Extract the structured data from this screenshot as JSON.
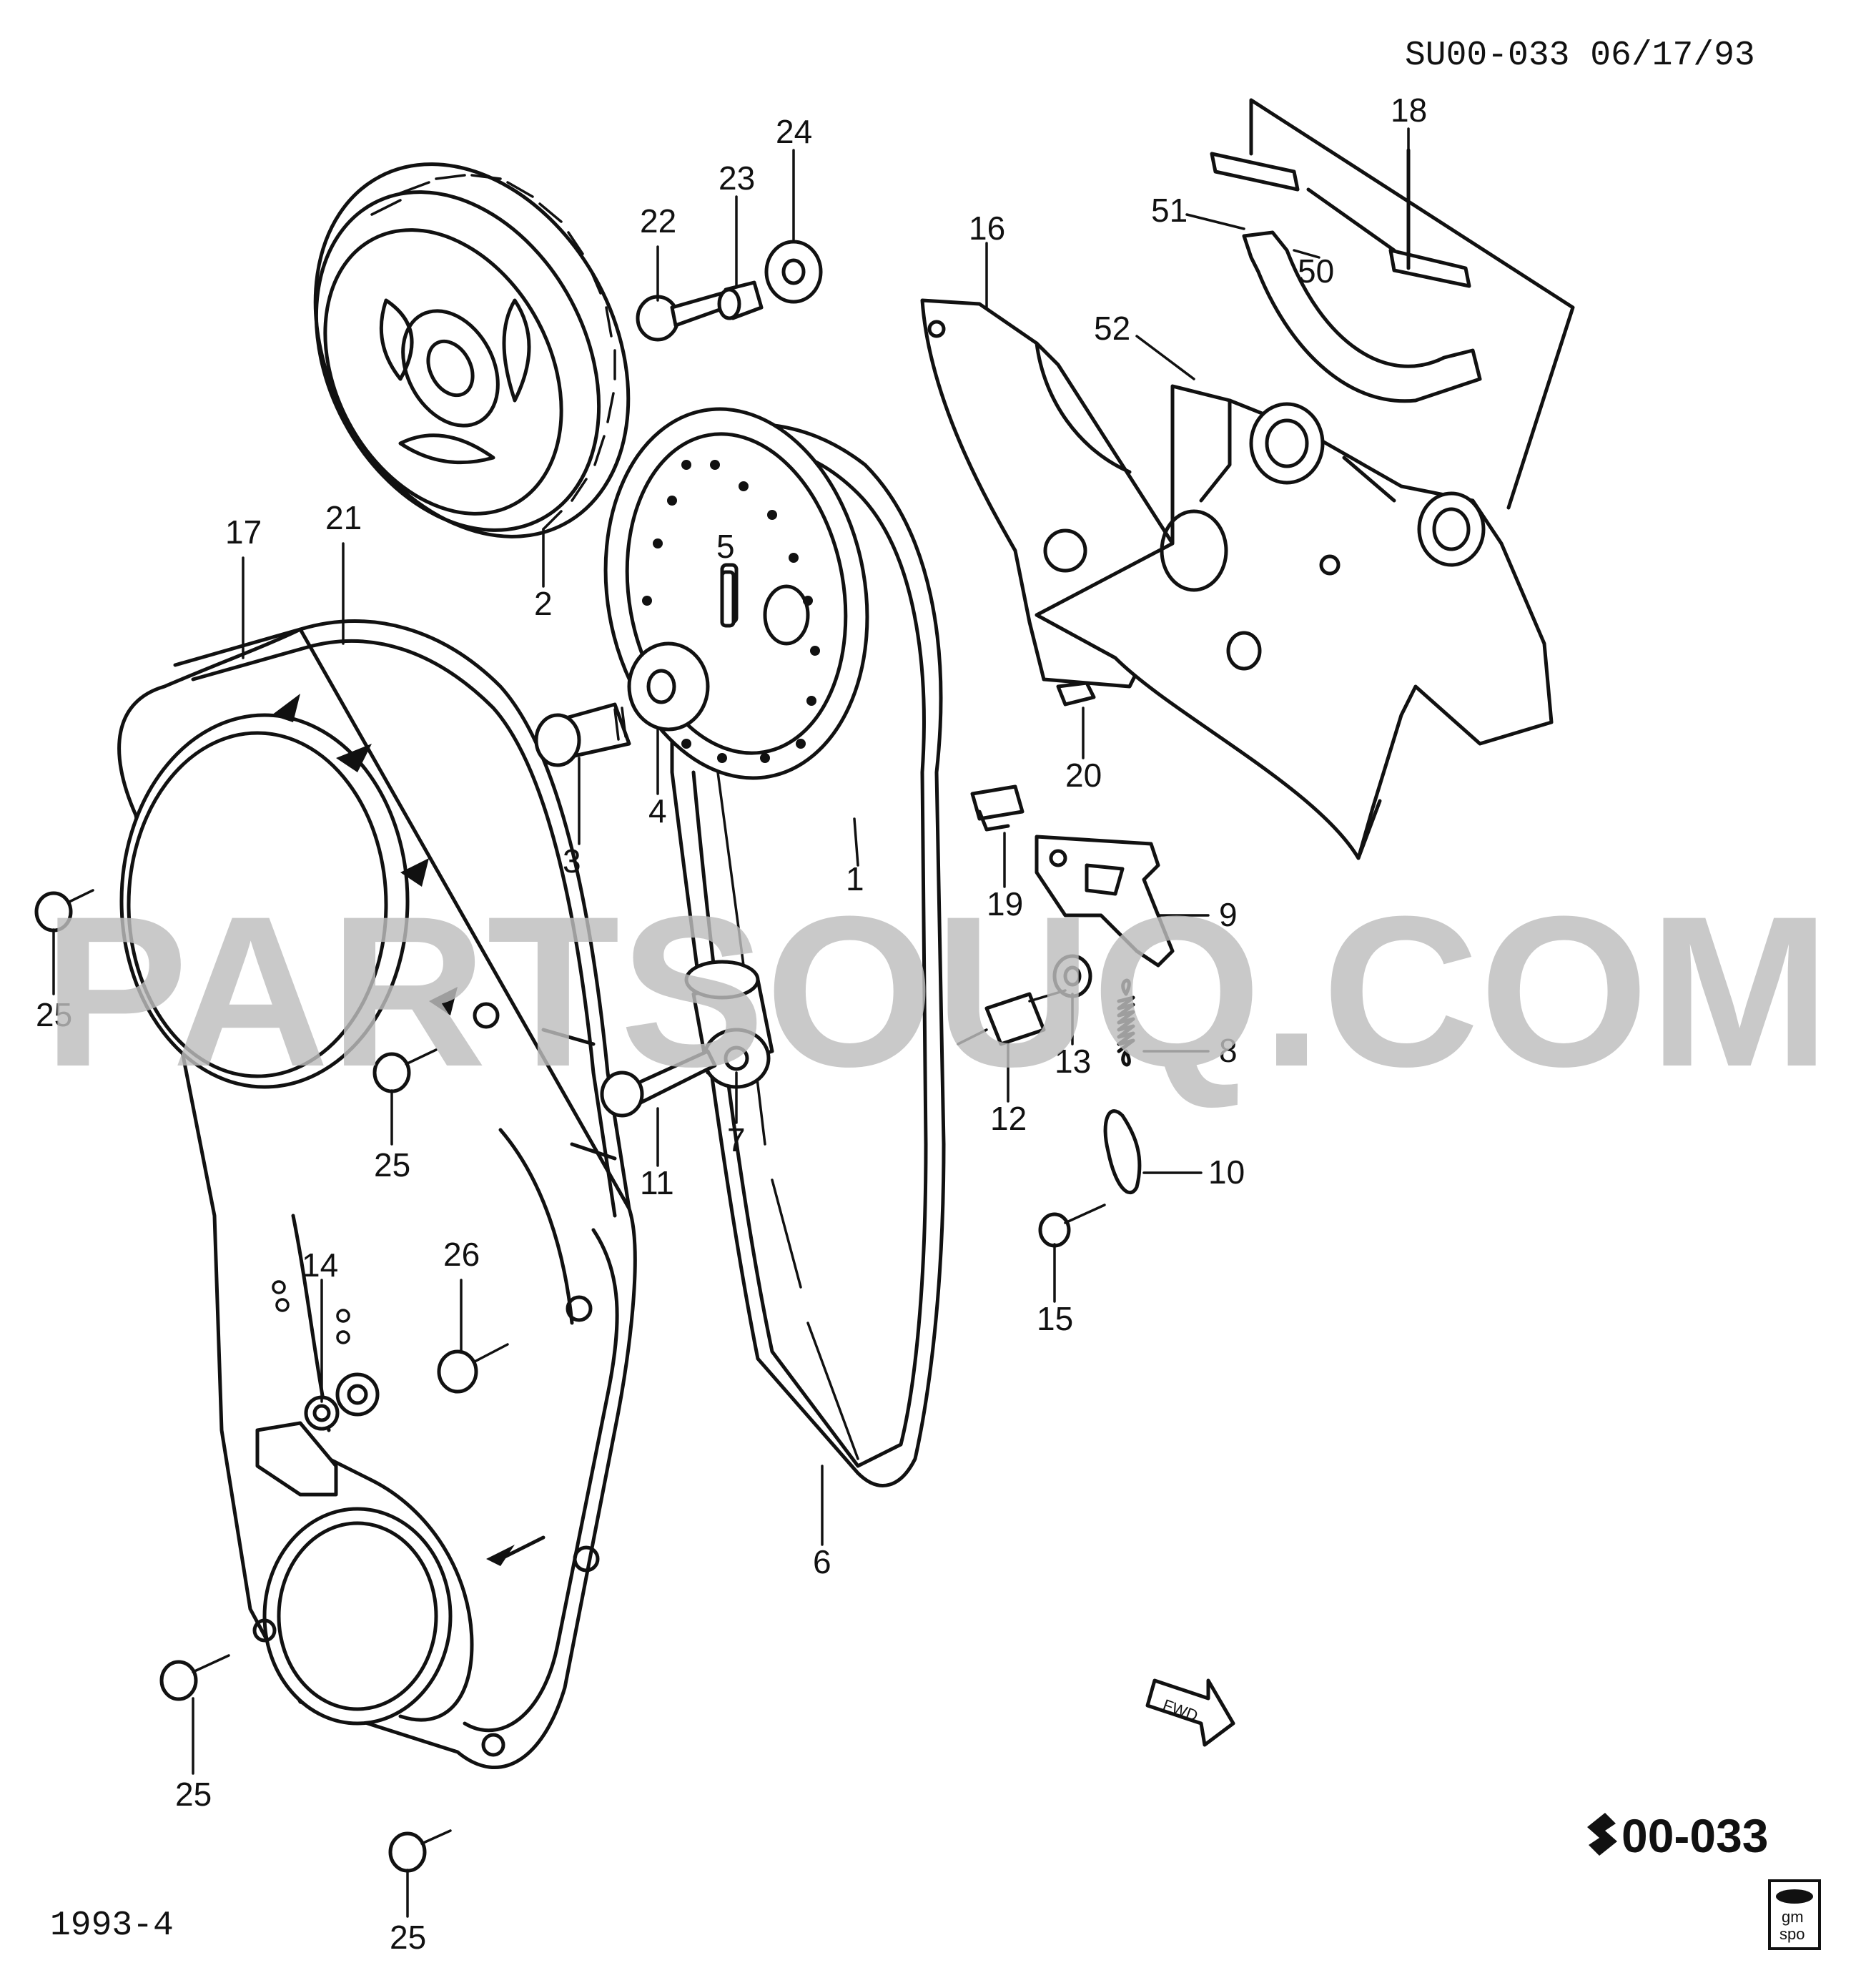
{
  "header": {
    "diagram_id": "SU00-033 06/17/93"
  },
  "footer": {
    "year_code": "1993-4",
    "group_code": "00-033",
    "logo_lines": [
      "gm",
      "spo"
    ]
  },
  "watermark": "PARTSOUQ.COM",
  "fwd_arrow_label": "FWD",
  "callouts": [
    {
      "id": "c1",
      "label": "1"
    },
    {
      "id": "c2",
      "label": "2"
    },
    {
      "id": "c3",
      "label": "3"
    },
    {
      "id": "c4",
      "label": "4"
    },
    {
      "id": "c5",
      "label": "5"
    },
    {
      "id": "c6",
      "label": "6"
    },
    {
      "id": "c7",
      "label": "7"
    },
    {
      "id": "c8",
      "label": "8"
    },
    {
      "id": "c9",
      "label": "9"
    },
    {
      "id": "c10",
      "label": "10"
    },
    {
      "id": "c11",
      "label": "11"
    },
    {
      "id": "c12",
      "label": "12"
    },
    {
      "id": "c13",
      "label": "13"
    },
    {
      "id": "c14",
      "label": "14"
    },
    {
      "id": "c15",
      "label": "15"
    },
    {
      "id": "c16",
      "label": "16"
    },
    {
      "id": "c17",
      "label": "17"
    },
    {
      "id": "c18",
      "label": "18"
    },
    {
      "id": "c19",
      "label": "19"
    },
    {
      "id": "c20",
      "label": "20"
    },
    {
      "id": "c21",
      "label": "21"
    },
    {
      "id": "c22",
      "label": "22"
    },
    {
      "id": "c23",
      "label": "23"
    },
    {
      "id": "c24",
      "label": "24"
    },
    {
      "id": "c25a",
      "label": "25"
    },
    {
      "id": "c25b",
      "label": "25"
    },
    {
      "id": "c25c",
      "label": "25"
    },
    {
      "id": "c25d",
      "label": "25"
    },
    {
      "id": "c26",
      "label": "26"
    },
    {
      "id": "c50",
      "label": "50"
    },
    {
      "id": "c51",
      "label": "51"
    },
    {
      "id": "c52",
      "label": "52"
    }
  ]
}
